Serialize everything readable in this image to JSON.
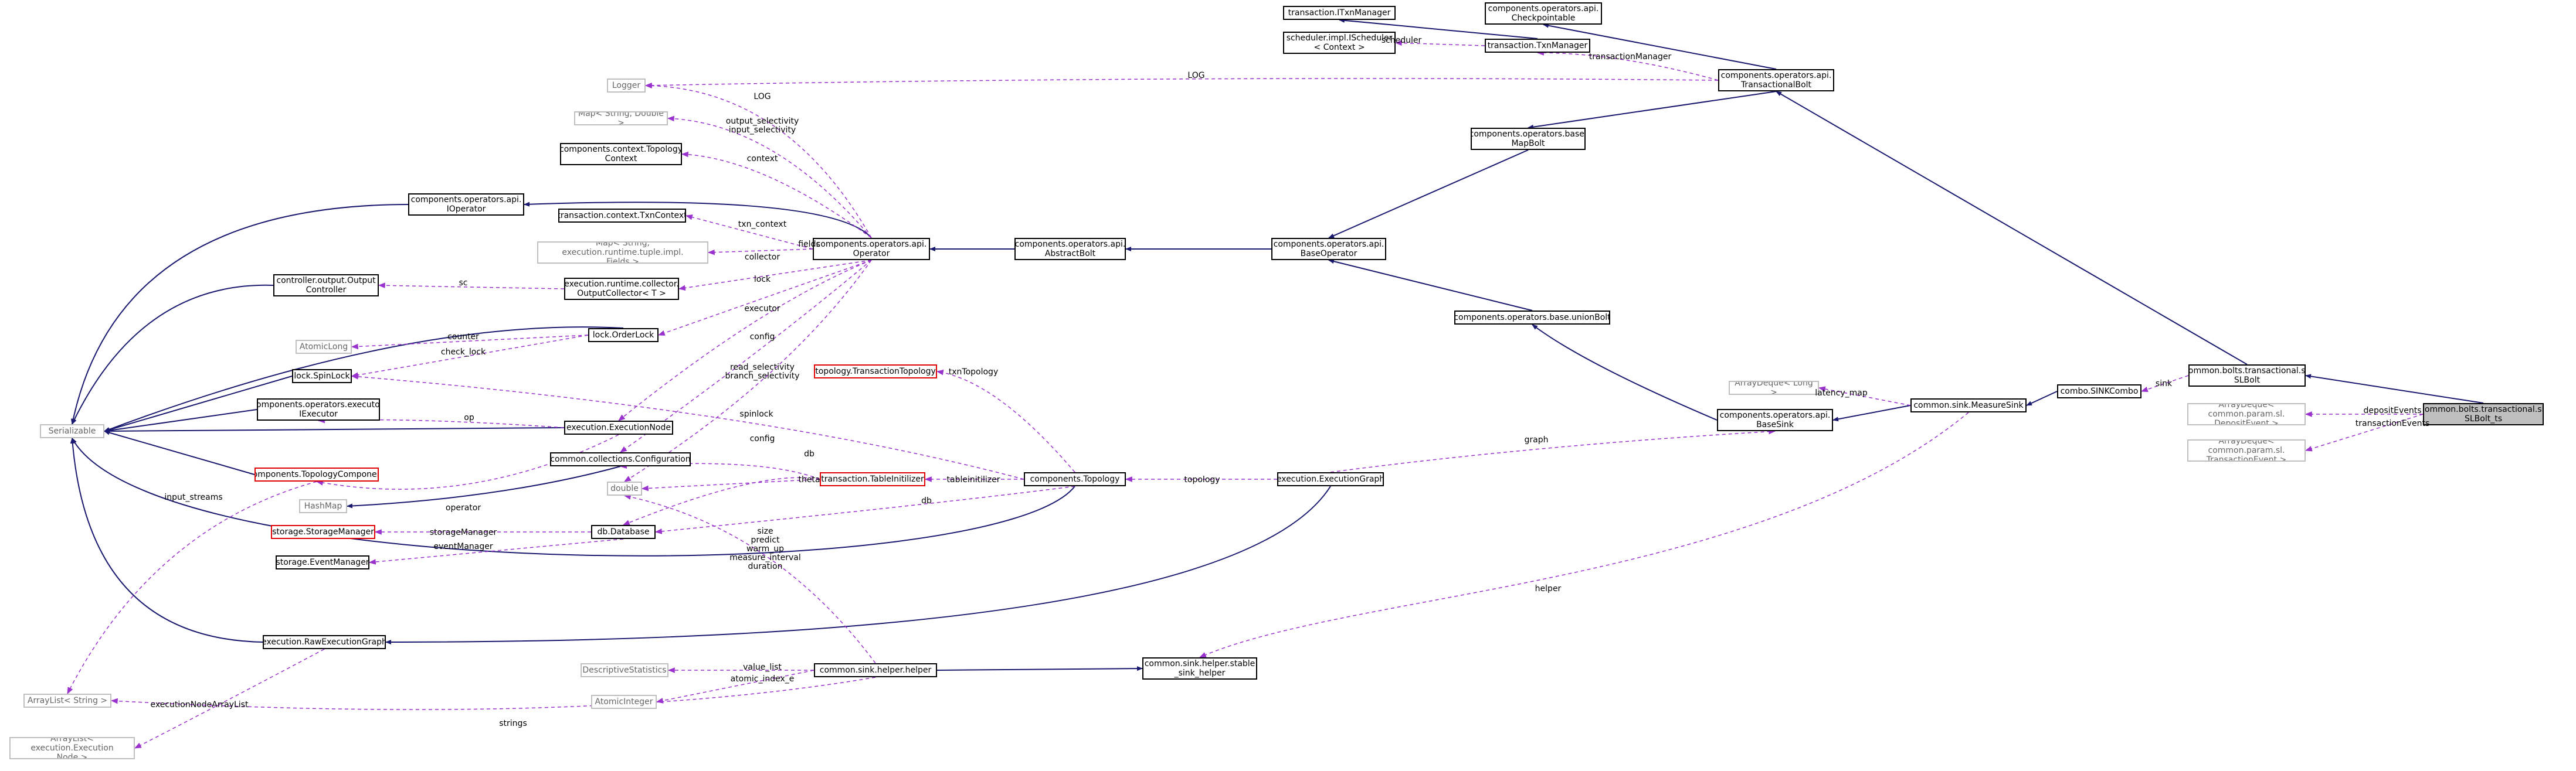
{
  "colors": {
    "inherit": "#191970",
    "usage": "#9a32cd",
    "box_border": "#000000",
    "external_border": "#bfbfbf",
    "undocumented_border": "#e00000",
    "selected_fill": "#bfbfbf"
  },
  "nodes": [
    {
      "id": "itxnmgr",
      "label": "transaction.ITxnManager",
      "style": "normal"
    },
    {
      "id": "checkpointable",
      "label": "components.operators.api.\nCheckpointable",
      "style": "normal"
    },
    {
      "id": "scheduler",
      "label": "scheduler.impl.IScheduler\n< Context >",
      "style": "normal"
    },
    {
      "id": "txnmanager",
      "label": "transaction.TxnManager",
      "style": "normal"
    },
    {
      "id": "logger",
      "label": "Logger",
      "style": "external"
    },
    {
      "id": "transbolt",
      "label": "components.operators.api.\nTransactionalBolt",
      "style": "normal"
    },
    {
      "id": "mapdouble",
      "label": "Map< String, Double >",
      "style": "external"
    },
    {
      "id": "topoctx",
      "label": "components.context.Topology\nContext",
      "style": "normal"
    },
    {
      "id": "mapbolt",
      "label": "components.operators.base.\nMapBolt",
      "style": "normal"
    },
    {
      "id": "ioperator",
      "label": "components.operators.api.\nIOperator",
      "style": "normal"
    },
    {
      "id": "txncontext",
      "label": "transaction.context.TxnContext",
      "style": "normal"
    },
    {
      "id": "operator",
      "label": "components.operators.api.\nOperator",
      "style": "normal"
    },
    {
      "id": "abstractbolt",
      "label": "components.operators.api.\nAbstractBolt",
      "style": "normal"
    },
    {
      "id": "baseoperator",
      "label": "components.operators.api.\nBaseOperator",
      "style": "normal"
    },
    {
      "id": "mapfields",
      "label": "Map< String, execution.runtime.tuple.impl.\nFields >",
      "style": "external"
    },
    {
      "id": "outputctrl",
      "label": "controller.output.Output\nController",
      "style": "normal"
    },
    {
      "id": "outputcollector",
      "label": "execution.runtime.collector.\nOutputCollector< T >",
      "style": "normal"
    },
    {
      "id": "unionbolt",
      "label": "components.operators.base.unionBolt",
      "style": "normal"
    },
    {
      "id": "atomiclong",
      "label": "AtomicLong",
      "style": "external"
    },
    {
      "id": "orderlock",
      "label": "lock.OrderLock",
      "style": "normal"
    },
    {
      "id": "spinlock",
      "label": "lock.SpinLock",
      "style": "normal"
    },
    {
      "id": "transtopo",
      "label": "topology.TransactionTopology",
      "style": "undocumented"
    },
    {
      "id": "slbolt",
      "label": "common.bolts.transactional.sl.\nSLBolt",
      "style": "normal"
    },
    {
      "id": "iexecutor",
      "label": "components.operators.executor.\nIExecutor",
      "style": "normal"
    },
    {
      "id": "serializable",
      "label": "Serializable",
      "style": "external"
    },
    {
      "id": "execnode",
      "label": "execution.ExecutionNode",
      "style": "normal"
    },
    {
      "id": "arraydequelong",
      "label": "ArrayDeque< Long >",
      "style": "external"
    },
    {
      "id": "sinkcombo",
      "label": "combo.SINKCombo",
      "style": "normal"
    },
    {
      "id": "depositdeque",
      "label": "ArrayDeque< common.param.sl.\nDepositEvent >",
      "style": "external"
    },
    {
      "id": "slbolt_ts",
      "label": "common.bolts.transactional.sl.\nSLBolt_ts",
      "style": "selected"
    },
    {
      "id": "measuresink",
      "label": "common.sink.MeasureSink",
      "style": "normal"
    },
    {
      "id": "topocomp",
      "label": "components.TopologyComponent",
      "style": "undocumented"
    },
    {
      "id": "configuration",
      "label": "common.collections.Configuration",
      "style": "normal"
    },
    {
      "id": "basesink",
      "label": "components.operators.api.\nBaseSink",
      "style": "normal"
    },
    {
      "id": "transeventdeque",
      "label": "ArrayDeque< common.param.sl.\nTransactionEvent >",
      "style": "external"
    },
    {
      "id": "double",
      "label": "double",
      "style": "external"
    },
    {
      "id": "tableinit",
      "label": "transaction.TableInitilizer",
      "style": "undocumented"
    },
    {
      "id": "topology",
      "label": "components.Topology",
      "style": "normal"
    },
    {
      "id": "execgraph",
      "label": "execution.ExecutionGraph",
      "style": "normal"
    },
    {
      "id": "hashmap",
      "label": "HashMap",
      "style": "external"
    },
    {
      "id": "storagemgr",
      "label": "storage.StorageManager",
      "style": "undocumented"
    },
    {
      "id": "database",
      "label": "db.Database",
      "style": "normal"
    },
    {
      "id": "eventmgr",
      "label": "storage.EventManager",
      "style": "normal"
    },
    {
      "id": "rawgraph",
      "label": "execution.RawExecutionGraph",
      "style": "normal"
    },
    {
      "id": "descstats",
      "label": "DescriptiveStatistics",
      "style": "external"
    },
    {
      "id": "stablehelper",
      "label": "common.sink.helper.stable\n_sink_helper",
      "style": "normal"
    },
    {
      "id": "helper",
      "label": "common.sink.helper.helper",
      "style": "normal"
    },
    {
      "id": "arraylist",
      "label": "ArrayList< String >",
      "style": "external"
    },
    {
      "id": "atomicint",
      "label": "AtomicInteger",
      "style": "external"
    },
    {
      "id": "arraylistnode",
      "label": "ArrayList< execution.Execution\nNode >",
      "style": "external"
    }
  ],
  "edge_labels": [
    {
      "id": "scheduler",
      "text": "scheduler"
    },
    {
      "id": "LOG1",
      "text": "LOG"
    },
    {
      "id": "txnmgr",
      "text": "transactionManager"
    },
    {
      "id": "LOG2",
      "text": "LOG"
    },
    {
      "id": "selectivity",
      "text": "output_selectivity\ninput_selectivity"
    },
    {
      "id": "context",
      "text": "context"
    },
    {
      "id": "txnctx",
      "text": "txn_context"
    },
    {
      "id": "fields",
      "text": "fields"
    },
    {
      "id": "sc",
      "text": "sc"
    },
    {
      "id": "collector",
      "text": "collector"
    },
    {
      "id": "lock",
      "text": "lock"
    },
    {
      "id": "executor",
      "text": "executor"
    },
    {
      "id": "counter",
      "text": "counter"
    },
    {
      "id": "checklock",
      "text": "check_lock"
    },
    {
      "id": "config1",
      "text": "config"
    },
    {
      "id": "readsel",
      "text": "read_selectivity\nbranch_selectivity"
    },
    {
      "id": "txntopo",
      "text": "txnTopology"
    },
    {
      "id": "sink",
      "text": "sink"
    },
    {
      "id": "deposit",
      "text": "depositEvents"
    },
    {
      "id": "transevents",
      "text": "transactionEvents"
    },
    {
      "id": "latency",
      "text": "latency_map"
    },
    {
      "id": "spinlock",
      "text": "spinlock"
    },
    {
      "id": "op",
      "text": "op"
    },
    {
      "id": "config2",
      "text": "config"
    },
    {
      "id": "graph",
      "text": "graph"
    },
    {
      "id": "db1",
      "text": "db"
    },
    {
      "id": "theta",
      "text": "theta"
    },
    {
      "id": "inputstreams",
      "text": "input_streams"
    },
    {
      "id": "operatorlbl",
      "text": "operator"
    },
    {
      "id": "tableinitlbl",
      "text": "tableinitilizer"
    },
    {
      "id": "topologylbl",
      "text": "topology"
    },
    {
      "id": "db2",
      "text": "db"
    },
    {
      "id": "storagemgrlbl",
      "text": "storageManager"
    },
    {
      "id": "eventmgrlbl",
      "text": "eventManager"
    },
    {
      "id": "sizes",
      "text": "size\npredict\nwarm_up\nmeasure_interval\nduration"
    },
    {
      "id": "helperlbl",
      "text": "helper"
    },
    {
      "id": "valuelist",
      "text": "value_list"
    },
    {
      "id": "atomicindex",
      "text": "atomic_index_e"
    },
    {
      "id": "execnodelist",
      "text": "executionNodeArrayList"
    },
    {
      "id": "strings",
      "text": "strings"
    }
  ]
}
